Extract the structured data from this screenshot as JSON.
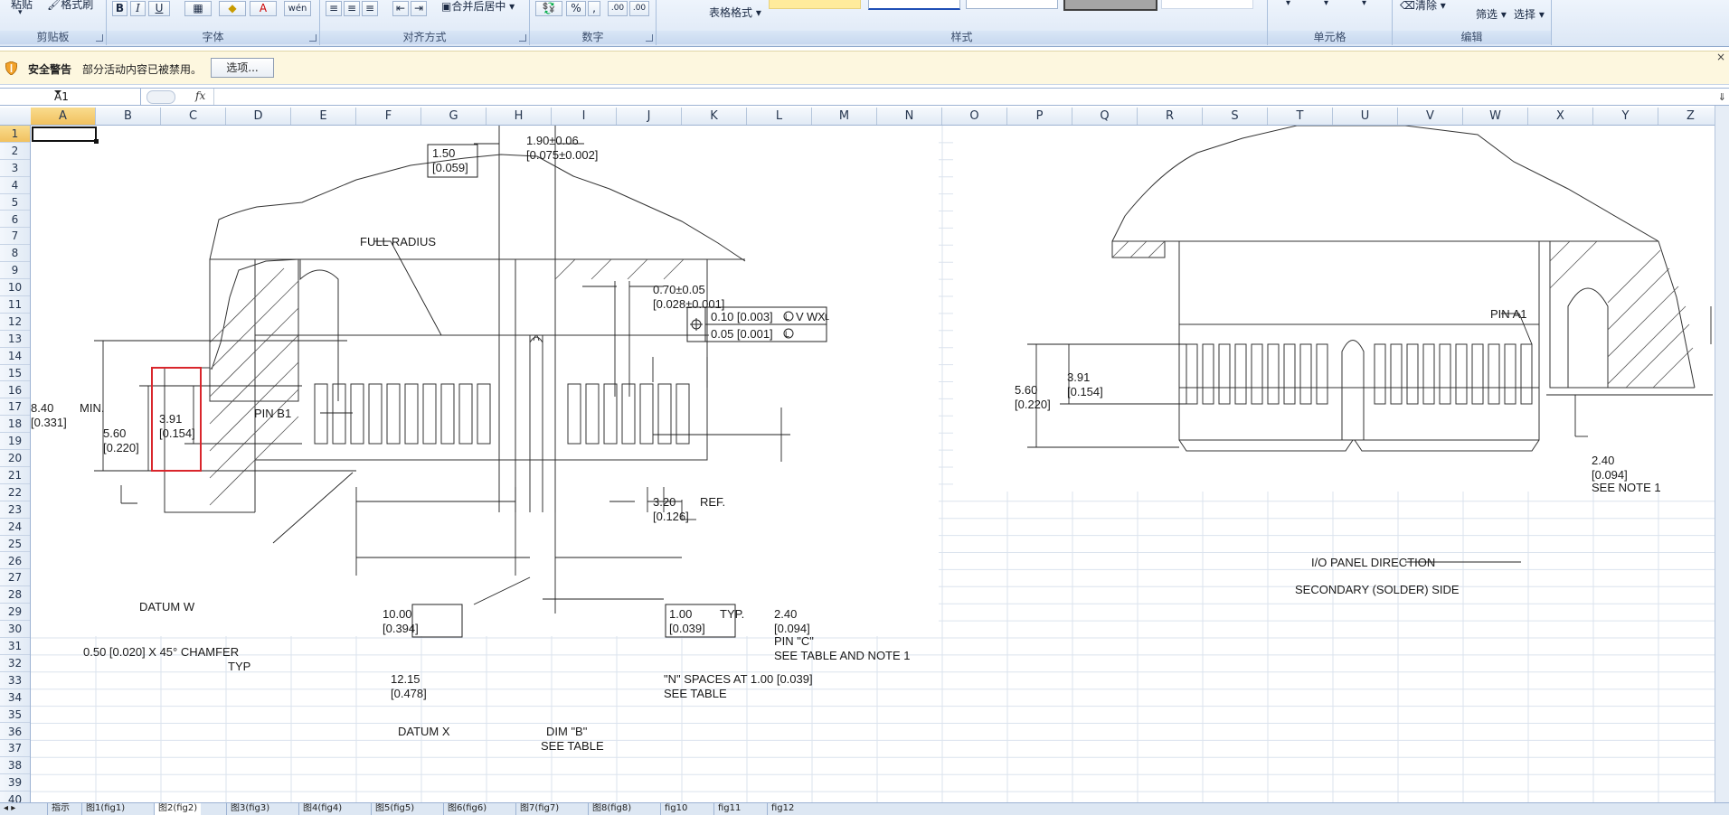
{
  "ribbon": {
    "clipboard": {
      "label": "剪贴板",
      "paste": "粘贴",
      "format_painter": "格式刷"
    },
    "font": {
      "label": "字体",
      "bold": "B",
      "italic": "I",
      "underline": "U",
      "phonetic": "wén",
      "font_color": "A"
    },
    "alignment": {
      "label": "对齐方式",
      "merge_center": "合并后居中"
    },
    "number": {
      "label": "数字",
      "percent": "%",
      "comma": ",",
      "inc_decimal": ".00",
      "dec_decimal": ".00"
    },
    "styles": {
      "label": "样式",
      "format_as_table": "表格格式"
    },
    "cells": {
      "label": "单元格"
    },
    "editing": {
      "label": "编辑",
      "clear": "清除",
      "filter": "筛选",
      "select": "选择"
    }
  },
  "security": {
    "title": "安全警告",
    "message": "部分活动内容已被禁用。",
    "options_button": "选项..."
  },
  "formula_bar": {
    "name_box": "A1",
    "fx": "fx",
    "value": ""
  },
  "columns": [
    "A",
    "B",
    "C",
    "D",
    "E",
    "F",
    "G",
    "H",
    "I",
    "J",
    "K",
    "L",
    "M",
    "N",
    "O",
    "P",
    "Q",
    "R",
    "S",
    "T",
    "U",
    "V",
    "W",
    "X",
    "Y",
    "Z"
  ],
  "rows": [
    "1",
    "2",
    "3",
    "4",
    "5",
    "6",
    "7",
    "8",
    "9",
    "10",
    "11",
    "12",
    "13",
    "14",
    "15",
    "16",
    "17",
    "18",
    "19",
    "20",
    "21",
    "22",
    "23",
    "24",
    "25",
    "26",
    "27",
    "28",
    "29",
    "30",
    "31",
    "32",
    "33",
    "34",
    "35",
    "36",
    "37",
    "38",
    "39",
    "40"
  ],
  "selected_cell": {
    "column": "A",
    "row": "1"
  },
  "drawing": {
    "full_radius": "FULL RADIUS",
    "dim_190": "1.90±0.06",
    "dim_190_in": "[0.075±0.002]",
    "dim_150": "1.50",
    "dim_150_in": "[0.059]",
    "dim_070": "0.70±0.05",
    "dim_070_in": "[0.028±0.001]",
    "tol_1": "0.10 [0.003]",
    "tol_1_mod": "L",
    "tol_datum_v": "V",
    "tol_datum_w": "W",
    "tol_datum_x": "X",
    "tol_datum_mod": "L",
    "tol_2": "0.05 [0.001]",
    "tol_2_mod": "L",
    "pin_b1": "PIN B1",
    "dim_840": "8.40",
    "dim_840_in": "[0.331]",
    "min": "MIN.",
    "dim_560": "5.60",
    "dim_560_in": "[0.220]",
    "dim_391": "3.91",
    "dim_391_in": "[0.154]",
    "dim_320": "3.20",
    "dim_320_ref": "REF.",
    "dim_320_in": "[0.126]",
    "datum_w": "DATUM W",
    "chamfer": "0.50 [0.020] X 45° CHAMFER",
    "typ": "TYP",
    "dim_1000": "10.00",
    "dim_1000_in": "[0.394]",
    "dim_100": "1.00",
    "dim_100_typ": "TYP.",
    "dim_100_in": "[0.039]",
    "dim_240": "2.40",
    "dim_240_in": "[0.094]",
    "pin_c": "PIN \"C\"",
    "see_table_note1": "SEE TABLE AND NOTE 1",
    "dim_1215": "12.15",
    "dim_1215_in": "[0.478]",
    "n_spaces": "\"N\" SPACES AT 1.00 [0.039]",
    "see_table": "SEE TABLE",
    "datum_x": "DATUM X",
    "dim_b": "DIM \"B\"",
    "dim_b_see": "SEE TABLE",
    "pin_a1": "PIN A1",
    "r_dim_560": "5.60",
    "r_dim_560_in": "[0.220]",
    "r_dim_391": "3.91",
    "r_dim_391_in": "[0.154]",
    "r_dim_240": "2.40",
    "r_dim_240_in": "[0.094]",
    "see_note1": "SEE NOTE 1",
    "io_panel": "I/O PANEL DIRECTION",
    "secondary_side": "SECONDARY (SOLDER) SIDE"
  },
  "sheet_tabs": [
    "指示",
    "图1(fig1)",
    "图2(fig2)",
    "图3(fig3)",
    "图4(fig4)",
    "图5(fig5)",
    "图6(fig6)",
    "图7(fig7)",
    "图8(fig8)",
    "fig10",
    "fig11",
    "fig12"
  ],
  "active_tab_index": 2,
  "colors": {
    "highlight_box": "#d9262c",
    "selection": "#f4c86a"
  }
}
